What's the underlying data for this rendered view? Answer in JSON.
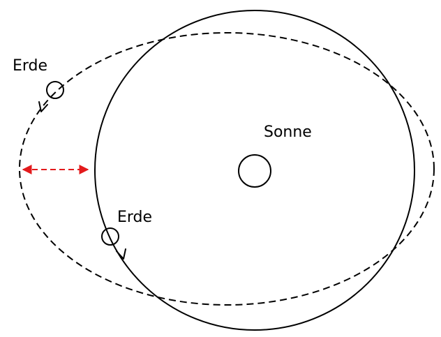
{
  "labels": {
    "sun": "Sonne",
    "earth_outer": "Erde",
    "earth_inner": "Erde"
  },
  "colors": {
    "stroke": "#000000",
    "highlight_arrow": "#e31a1c",
    "background": "#ffffff"
  }
}
